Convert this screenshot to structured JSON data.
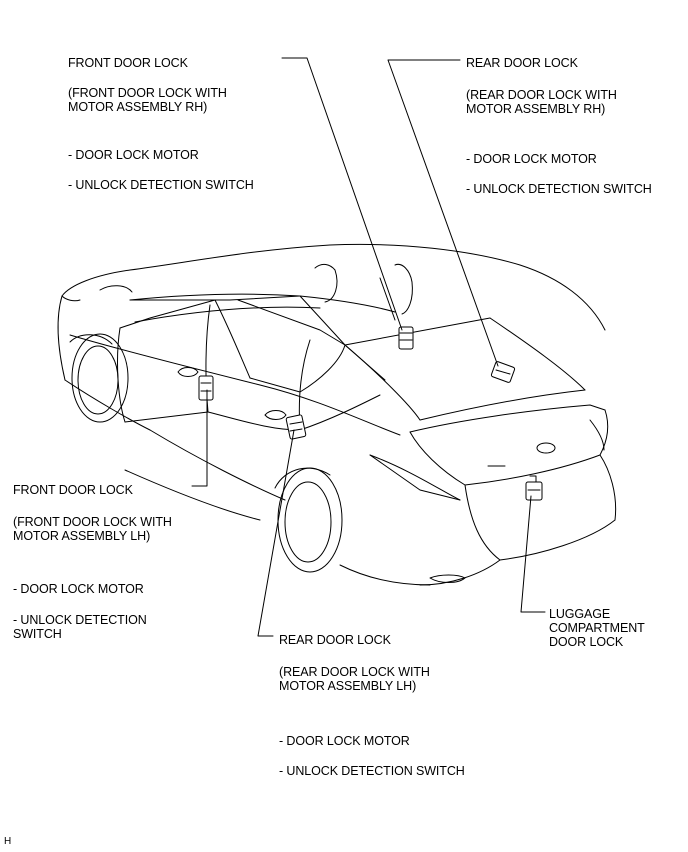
{
  "labels": {
    "front_rh": {
      "title": "FRONT DOOR LOCK",
      "assembly": "(FRONT DOOR LOCK WITH\nMOTOR ASSEMBLY RH)",
      "item1": "- DOOR LOCK MOTOR",
      "item2": "- UNLOCK DETECTION SWITCH"
    },
    "rear_rh": {
      "title": "REAR DOOR LOCK",
      "assembly": "(REAR DOOR LOCK WITH\nMOTOR ASSEMBLY RH)",
      "item1": "- DOOR LOCK MOTOR",
      "item2": "- UNLOCK DETECTION SWITCH"
    },
    "front_lh": {
      "title": "FRONT DOOR LOCK",
      "assembly": "(FRONT DOOR LOCK WITH\nMOTOR ASSEMBLY LH)",
      "item1": "- DOOR LOCK MOTOR",
      "item2": "- UNLOCK DETECTION\nSWITCH"
    },
    "rear_lh": {
      "title": "REAR DOOR LOCK",
      "assembly": "(REAR DOOR LOCK WITH\nMOTOR ASSEMBLY LH)",
      "item1": "- DOOR LOCK MOTOR",
      "item2": "- UNLOCK DETECTION SWITCH"
    },
    "luggage": {
      "title": "LUGGAGE\nCOMPARTMENT\nDOOR LOCK"
    }
  },
  "corner_mark": "H",
  "colors": {
    "ink": "#000000",
    "background": "#ffffff"
  }
}
